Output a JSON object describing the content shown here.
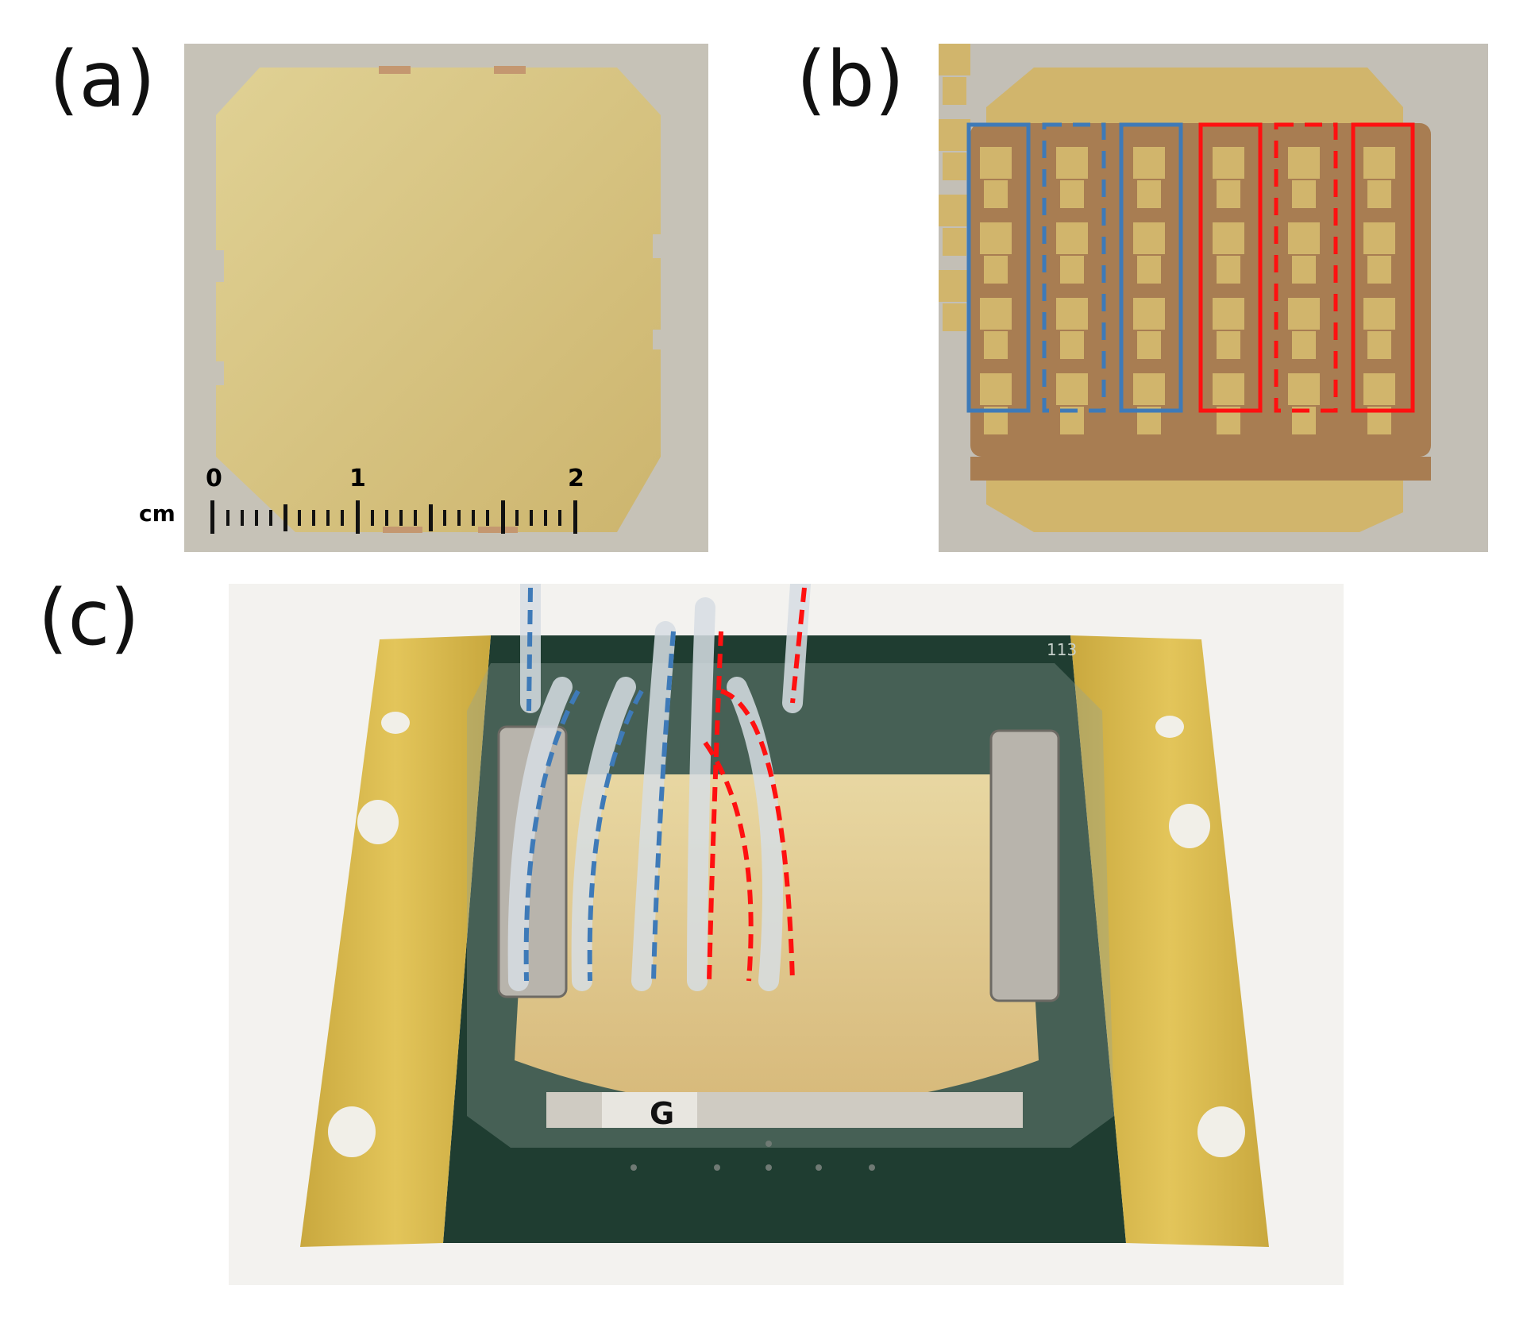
{
  "figure": {
    "panels": [
      {
        "label": "(a)",
        "description": "Blank gold-coated wafer chip with notched edges"
      },
      {
        "label": "(b)",
        "description": "Patterned chip with six electrode columns; three outlined in blue (solid, dashed, solid) and three in red (solid, dashed, solid)"
      },
      {
        "label": "(c)",
        "description": "Assembled device on green PCB with gold edge rails, two magnets, and six fluid tubes traced with blue and red dashed lines"
      }
    ],
    "scale_bar": {
      "unit": "cm",
      "ticks": [
        "0",
        "1",
        "2"
      ]
    },
    "panel_c_marking": "G",
    "pcb_text": "113",
    "colors": {
      "blue": "#3e7ab8",
      "red": "#ff1010",
      "gold": "#d6c07a",
      "copper": "#a97c4f",
      "pcb": "#1d3b2e"
    }
  }
}
